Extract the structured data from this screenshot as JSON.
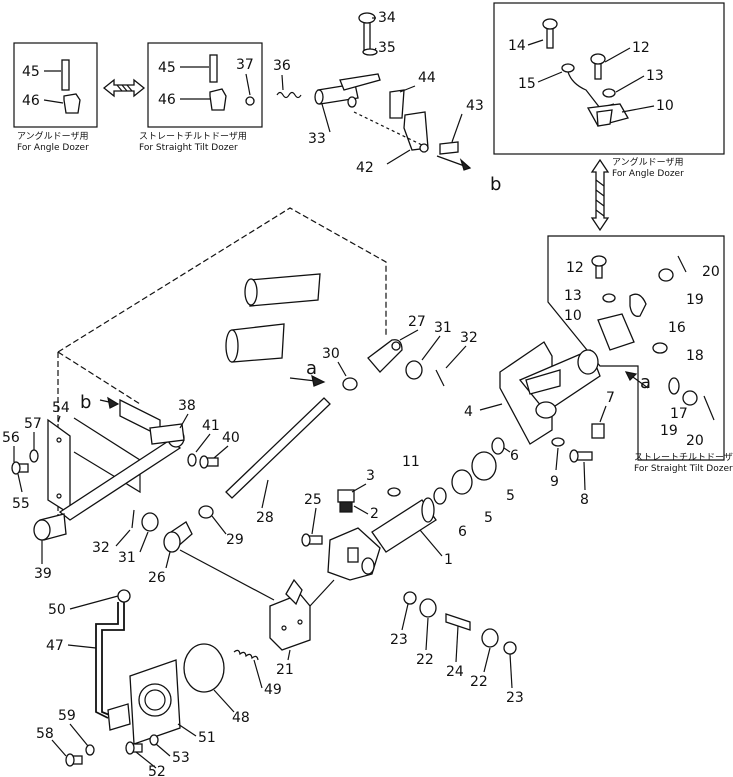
{
  "captions": {
    "inset_angle_jp": "アングルドーザ用",
    "inset_angle_en": "For Angle Dozer",
    "inset_straight_jp": "ストレートチルトドーザ用",
    "inset_straight_en": "For Straight Tilt Dozer",
    "right_angle_jp": "アングルドーザ用",
    "right_angle_en": "For Angle Dozer",
    "right_straight_jp": "ストレートチルトドーザ用",
    "right_straight_en": "For Straight Tilt Dozer"
  },
  "letters": {
    "a1": "a",
    "a2": "a",
    "b1": "b",
    "b2": "b"
  },
  "callouts": {
    "c45a": "45",
    "c46a": "46",
    "c45b": "45",
    "c46b": "46",
    "c37": "37",
    "c36": "36",
    "c34": "34",
    "c35": "35",
    "c44": "44",
    "c33": "33",
    "c43": "43",
    "c42": "42",
    "c14": "14",
    "c12a": "12",
    "c15": "15",
    "c13a": "13",
    "c10a": "10",
    "c12b": "12",
    "c20a": "20",
    "c19a": "19",
    "c13b": "13",
    "c10b": "10",
    "c16": "16",
    "c18": "18",
    "c17": "17",
    "c19b": "19",
    "c20b": "20",
    "c27": "27",
    "c31a": "31",
    "c32a": "32",
    "c30": "30",
    "c4": "4",
    "c7": "7",
    "c6a": "6",
    "c9": "9",
    "c8": "8",
    "c11": "11",
    "c5a": "5",
    "c5b": "5",
    "c6b": "6",
    "c1": "1",
    "c3": "3",
    "c2": "2",
    "c25": "25",
    "c38": "38",
    "c54": "54",
    "c57": "57",
    "c56": "56",
    "c55": "55",
    "c41": "41",
    "c40": "40",
    "c28": "28",
    "c29": "29",
    "c32b": "32",
    "c31b": "31",
    "c26": "26",
    "c39": "39",
    "c50": "50",
    "c47": "47",
    "c49": "49",
    "c48": "48",
    "c21": "21",
    "c23a": "23",
    "c22a": "22",
    "c24": "24",
    "c22b": "22",
    "c23b": "23",
    "c51": "51",
    "c59": "59",
    "c58": "58",
    "c53": "53",
    "c52": "52"
  }
}
